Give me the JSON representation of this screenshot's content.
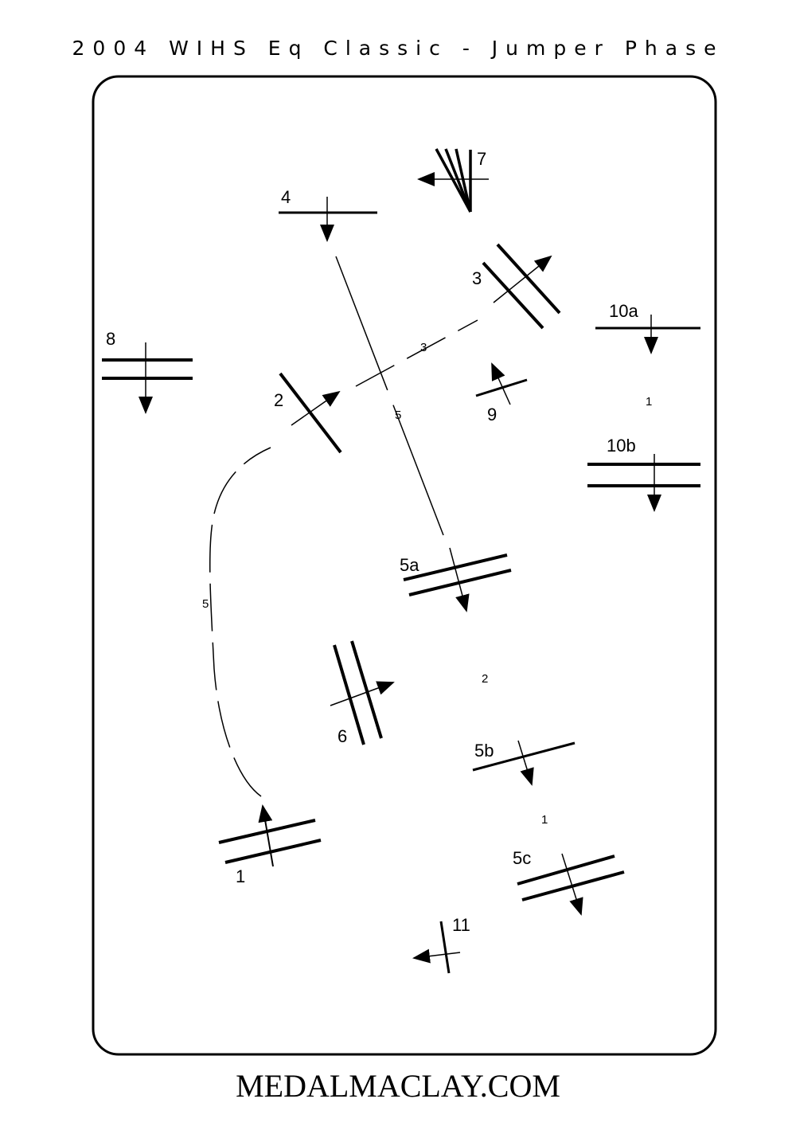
{
  "header": {
    "title": "2004 WIHS Eq Classic - Jumper Phase"
  },
  "footer": {
    "site": "MEDALMACLAY.COM"
  },
  "fences": [
    {
      "id": "1",
      "label": "1"
    },
    {
      "id": "2",
      "label": "2"
    },
    {
      "id": "3",
      "label": "3"
    },
    {
      "id": "4",
      "label": "4"
    },
    {
      "id": "5a",
      "label": "5a"
    },
    {
      "id": "5b",
      "label": "5b"
    },
    {
      "id": "5c",
      "label": "5c"
    },
    {
      "id": "6",
      "label": "6"
    },
    {
      "id": "7",
      "label": "7"
    },
    {
      "id": "8",
      "label": "8"
    },
    {
      "id": "9",
      "label": "9"
    },
    {
      "id": "10a",
      "label": "10a"
    },
    {
      "id": "10b",
      "label": "10b"
    },
    {
      "id": "11",
      "label": "11"
    }
  ],
  "strides": {
    "s1_2": "5",
    "s2_3": "3",
    "s4_5a": "5",
    "s5a_5b": "2",
    "s5b_5c": "1",
    "s10a_10b": "1"
  },
  "colors": {
    "ink": "#000000",
    "background": "#ffffff"
  }
}
